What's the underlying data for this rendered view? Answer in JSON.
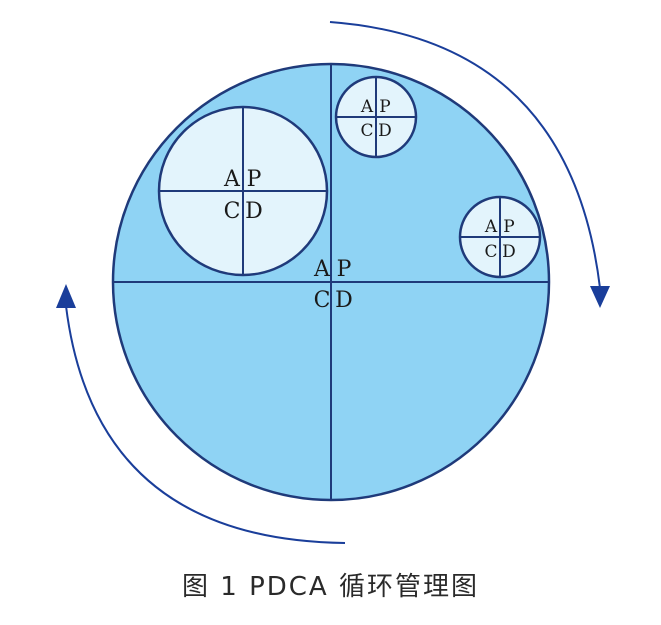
{
  "caption": "图 1 PDCA 循环管理图",
  "colors": {
    "outer_fill": "#8fd3f4",
    "inner_fill": "#e3f4fc",
    "stroke": "#1f3a7a",
    "arrow": "#1a3e9a"
  },
  "main_circle": {
    "a": "A",
    "p": "P",
    "c": "C",
    "d": "D"
  },
  "sub_circle_left": {
    "a": "A",
    "p": "P",
    "c": "C",
    "d": "D"
  },
  "sub_circle_top": {
    "a": "A",
    "p": "P",
    "c": "C",
    "d": "D"
  },
  "sub_circle_right": {
    "a": "A",
    "p": "P",
    "c": "C",
    "d": "D"
  }
}
